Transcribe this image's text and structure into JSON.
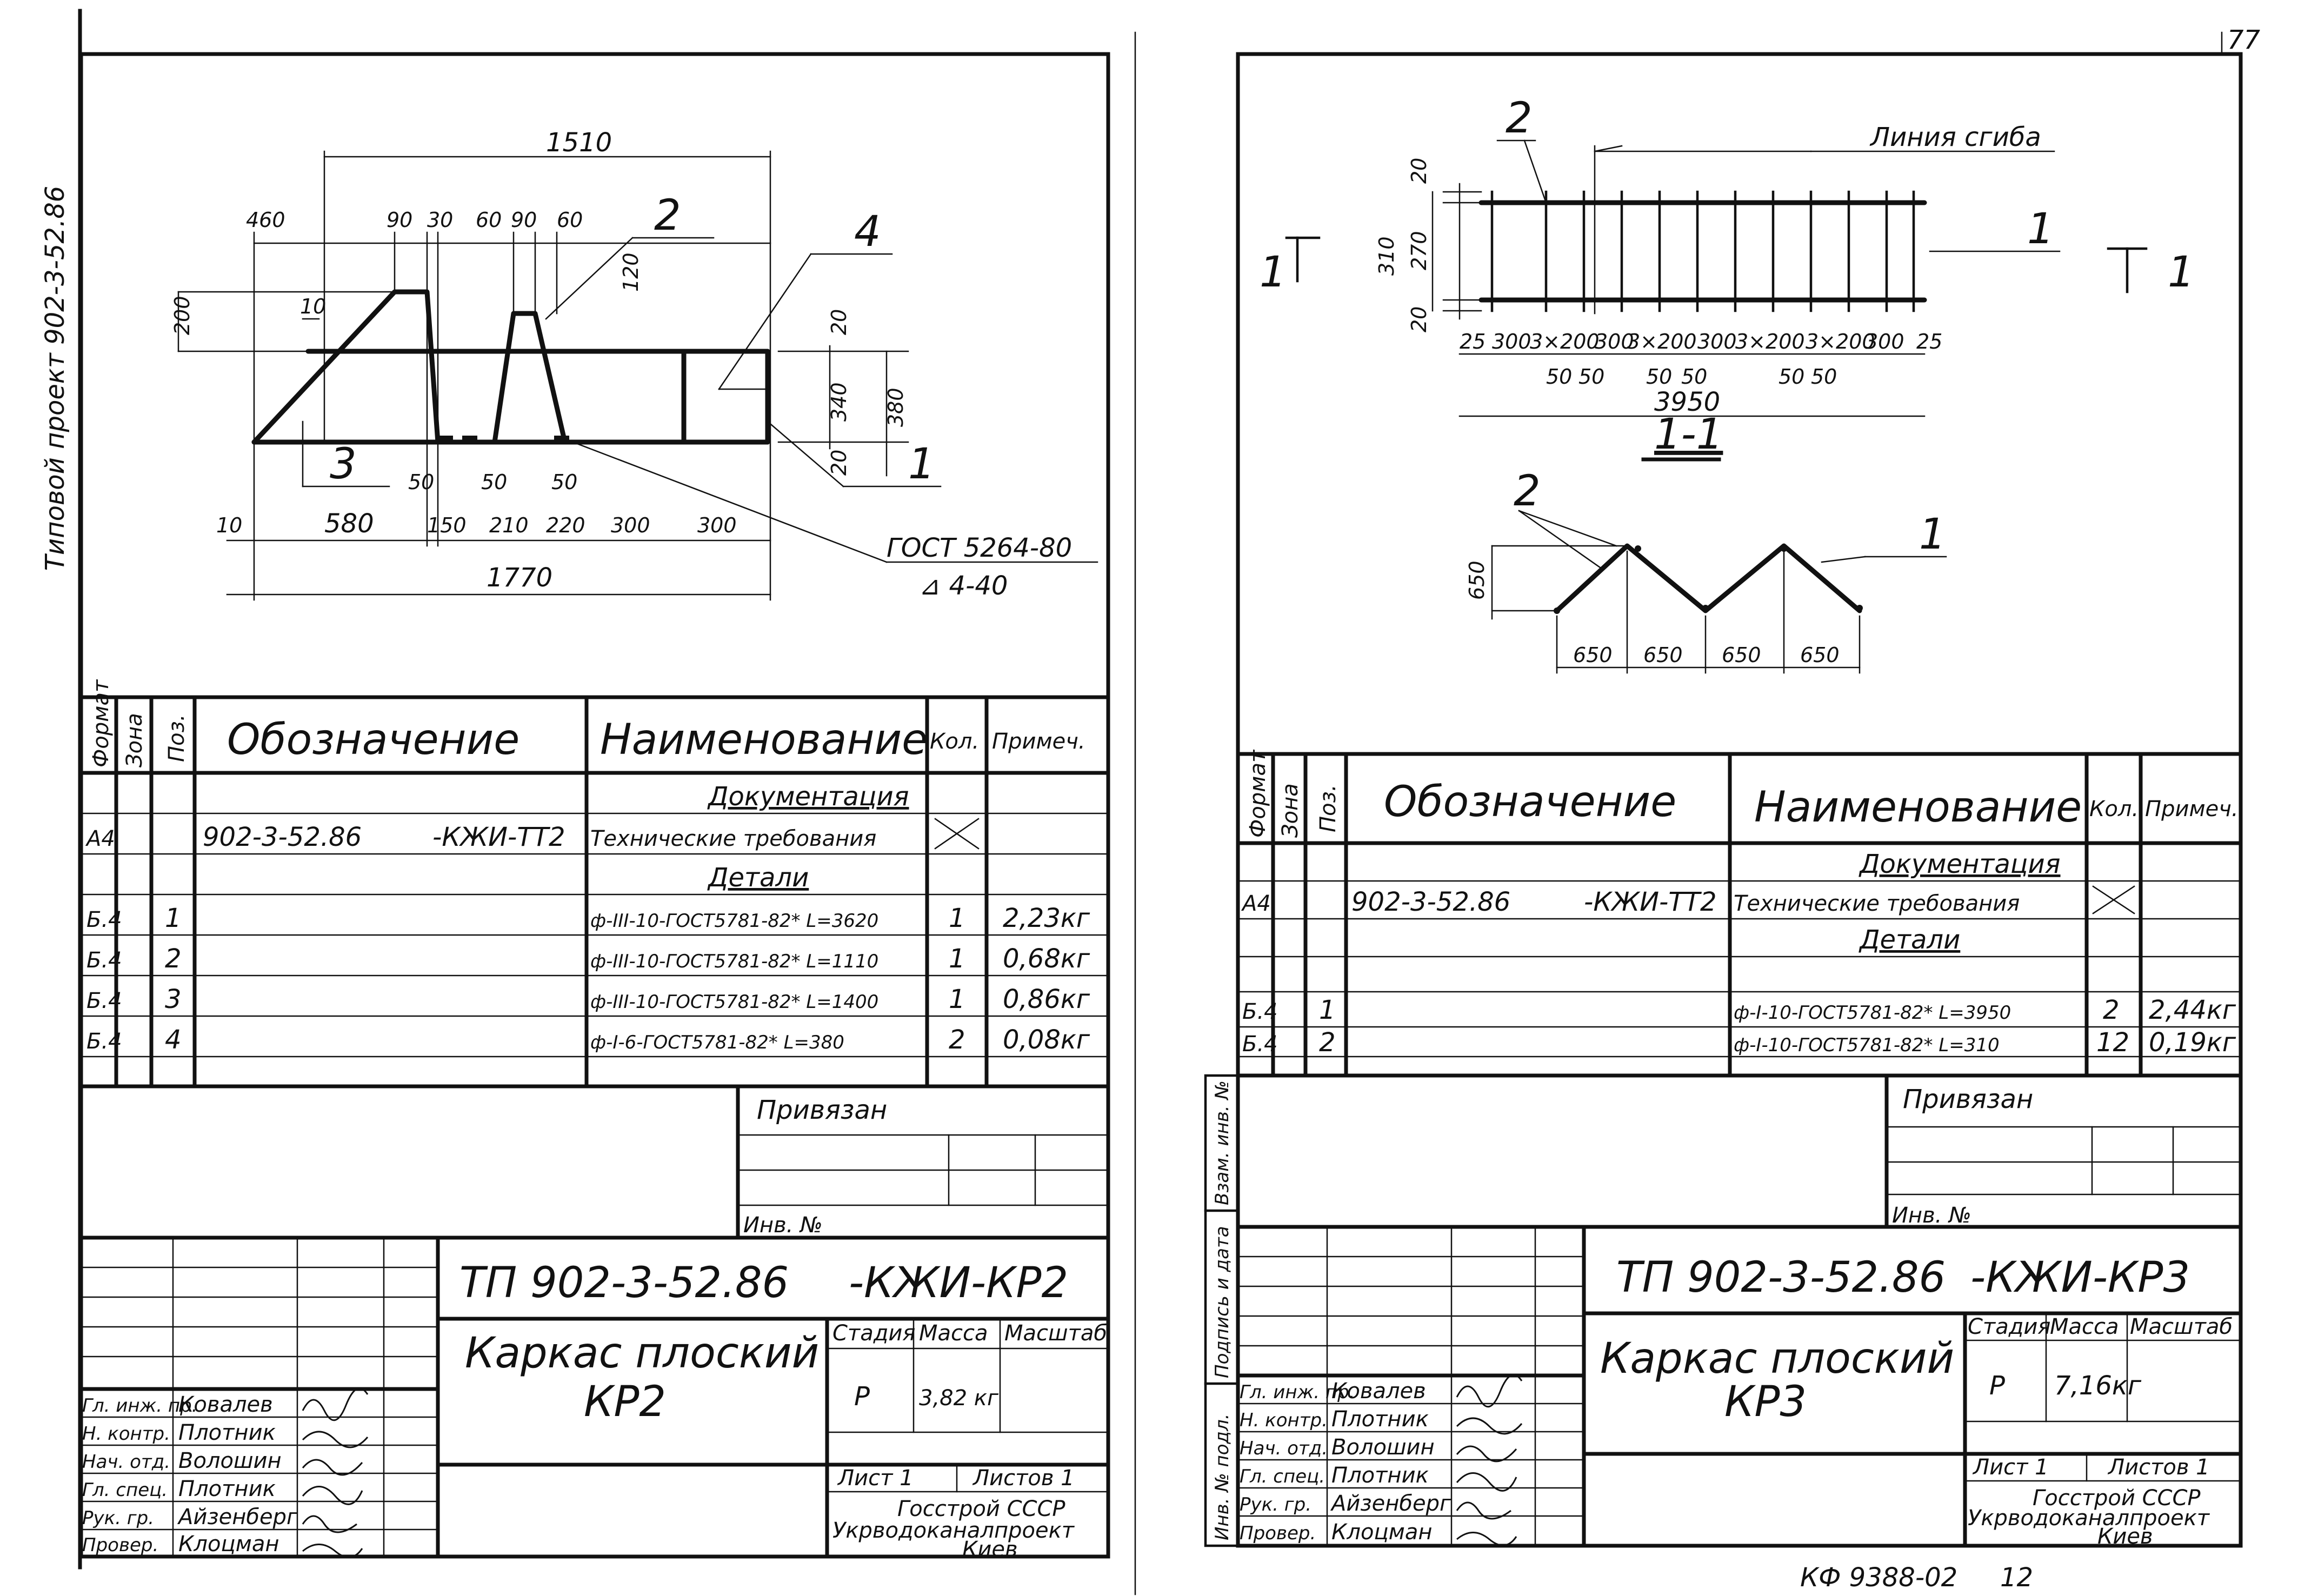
{
  "margin_left": "Типовой проект 902-3-52.86",
  "margin_labels": [
    "Инв. № подл.",
    "Подпись и дата",
    "Взам. инв. №"
  ],
  "page_number": "77",
  "bottom_stamp": {
    "code": "КФ 9388-02",
    "num": "12"
  },
  "table_header": {
    "format": "Формат",
    "zone": "Зона",
    "pos": "Поз.",
    "designation": "Обозначение",
    "name": "Наименование",
    "qty": "Кол.",
    "note": "Примеч."
  },
  "left": {
    "dims": {
      "d1510": "1510",
      "d460": "460",
      "d90a": "90",
      "d30": "30",
      "d60a": "60",
      "d90b": "90",
      "d60b": "60",
      "d200": "200",
      "d10a": "10",
      "d120": "120",
      "d20": "20",
      "d340": "340",
      "d380": "380",
      "d20b": "20",
      "d50a": "50",
      "d50b": "50",
      "d50c": "50",
      "d10b": "10",
      "d580": "580",
      "d150": "150",
      "d210": "210",
      "d220": "220",
      "d300a": "300",
      "d300b": "300",
      "d1770": "1770"
    },
    "callouts": {
      "c1": "1",
      "c2": "2",
      "c3": "3",
      "c4": "4"
    },
    "gost": "ГОСТ 5264-80",
    "weld": "⊿ 4-40",
    "rows": [
      {
        "format": "",
        "zone": "",
        "pos": "",
        "designation": "",
        "designation2": "",
        "name": "Документация",
        "qty": "",
        "note": ""
      },
      {
        "format": "А4",
        "zone": "",
        "pos": "",
        "designation": "902-3-52.86",
        "designation2": "-КЖИ-ТТ2",
        "name": "Технические требования",
        "qty": "",
        "note": ""
      },
      {
        "format": "",
        "zone": "",
        "pos": "",
        "designation": "",
        "designation2": "",
        "name": "Детали",
        "qty": "",
        "note": ""
      },
      {
        "format": "Б.4",
        "zone": "",
        "pos": "1",
        "designation": "",
        "designation2": "",
        "name": "ф-III-10-ГОСТ5781-82* L=3620",
        "qty": "1",
        "note": "2,23кг"
      },
      {
        "format": "Б.4",
        "zone": "",
        "pos": "2",
        "designation": "",
        "designation2": "",
        "name": "ф-III-10-ГОСТ5781-82* L=1110",
        "qty": "1",
        "note": "0,68кг"
      },
      {
        "format": "Б.4",
        "zone": "",
        "pos": "3",
        "designation": "",
        "designation2": "",
        "name": "ф-III-10-ГОСТ5781-82* L=1400",
        "qty": "1",
        "note": "0,86кг"
      },
      {
        "format": "Б.4",
        "zone": "",
        "pos": "4",
        "designation": "",
        "designation2": "",
        "name": "ф-I-6-ГОСТ5781-82* L=380",
        "qty": "2",
        "note": "0,08кг"
      }
    ],
    "tied": "Привязан",
    "inv": "Инв. №",
    "doc_code": "ТП 902-3-52.86",
    "doc_suffix": "-КЖИ-КР2",
    "product_name": "Каркас плоский",
    "product_code": "КР2",
    "stage_label": "Стадия",
    "mass_label": "Масса",
    "scale_label": "Масштаб",
    "stage": "Р",
    "mass": "3,82 кг",
    "sheet": "Лист 1",
    "sheets": "Листов 1",
    "org1": "Госстрой СССР",
    "org2": "Укрводоканалпроект",
    "org3": "Киев",
    "signers": [
      {
        "role": "Гл. инж. пр.",
        "name": "Ковалев"
      },
      {
        "role": "Н. контр.",
        "name": "Плотник"
      },
      {
        "role": "Нач. отд.",
        "name": "Волошин"
      },
      {
        "role": "Гл. спец.",
        "name": "Плотник"
      },
      {
        "role": "Рук. гр.",
        "name": "Айзенберг"
      },
      {
        "role": "Провер.",
        "name": "Клоцман"
      }
    ]
  },
  "right": {
    "dims": {
      "d20a": "20",
      "d310": "310",
      "d270": "270",
      "d20b": "20",
      "d25a": "25",
      "d300a": "300",
      "d3x200a": "3×200",
      "d300b": "300",
      "d3x200b": "3×200",
      "d300c": "300",
      "d3x200c": "3×200",
      "d3x200d": "3×200",
      "d300d": "300",
      "d25b": "25",
      "d50a": "50",
      "d50b": "50",
      "d50c": "50",
      "d50d": "50",
      "d50e": "50",
      "d50f": "50",
      "d3950": "3950",
      "d650v": "650",
      "d650a": "650",
      "d650b": "650",
      "d650c": "650",
      "d650d": "650"
    },
    "callouts": {
      "c1": "1",
      "c2": "2",
      "c1b": "1",
      "c2b": "2"
    },
    "bend_line": "Линия сгиба",
    "section_mark": "1",
    "section_title": "1-1",
    "rows": [
      {
        "format": "",
        "zone": "",
        "pos": "",
        "designation": "",
        "designation2": "",
        "name": "Документация",
        "qty": "",
        "note": ""
      },
      {
        "format": "А4",
        "zone": "",
        "pos": "",
        "designation": "902-3-52.86",
        "designation2": "-КЖИ-ТТ2",
        "name": "Технические требования",
        "qty": "",
        "note": ""
      },
      {
        "format": "",
        "zone": "",
        "pos": "",
        "designation": "",
        "designation2": "",
        "name": "Детали",
        "qty": "",
        "note": ""
      },
      {
        "format": "Б.4",
        "zone": "",
        "pos": "1",
        "designation": "",
        "designation2": "",
        "name": "ф-I-10-ГОСТ5781-82* L=3950",
        "qty": "2",
        "note": "2,44кг"
      },
      {
        "format": "Б.4",
        "zone": "",
        "pos": "2",
        "designation": "",
        "designation2": "",
        "name": "ф-I-10-ГОСТ5781-82* L=310",
        "qty": "12",
        "note": "0,19кг"
      }
    ],
    "tied": "Привязан",
    "inv": "Инв. №",
    "doc_code": "ТП 902-3-52.86",
    "doc_suffix": "-КЖИ-КР3",
    "product_name": "Каркас плоский",
    "product_code": "КР3",
    "stage_label": "Стадия",
    "mass_label": "Масса",
    "scale_label": "Масштаб",
    "stage": "Р",
    "mass": "7,16кг",
    "sheet": "Лист 1",
    "sheets": "Листов 1",
    "org1": "Госстрой СССР",
    "org2": "Укрводоканалпроект",
    "org3": "Киев",
    "signers": [
      {
        "role": "Гл. инж. пр.",
        "name": "Ковалев"
      },
      {
        "role": "Н. контр.",
        "name": "Плотник"
      },
      {
        "role": "Нач. отд.",
        "name": "Волошин"
      },
      {
        "role": "Гл. спец.",
        "name": "Плотник"
      },
      {
        "role": "Рук. гр.",
        "name": "Айзенберг"
      },
      {
        "role": "Провер.",
        "name": "Клоцман"
      }
    ]
  }
}
